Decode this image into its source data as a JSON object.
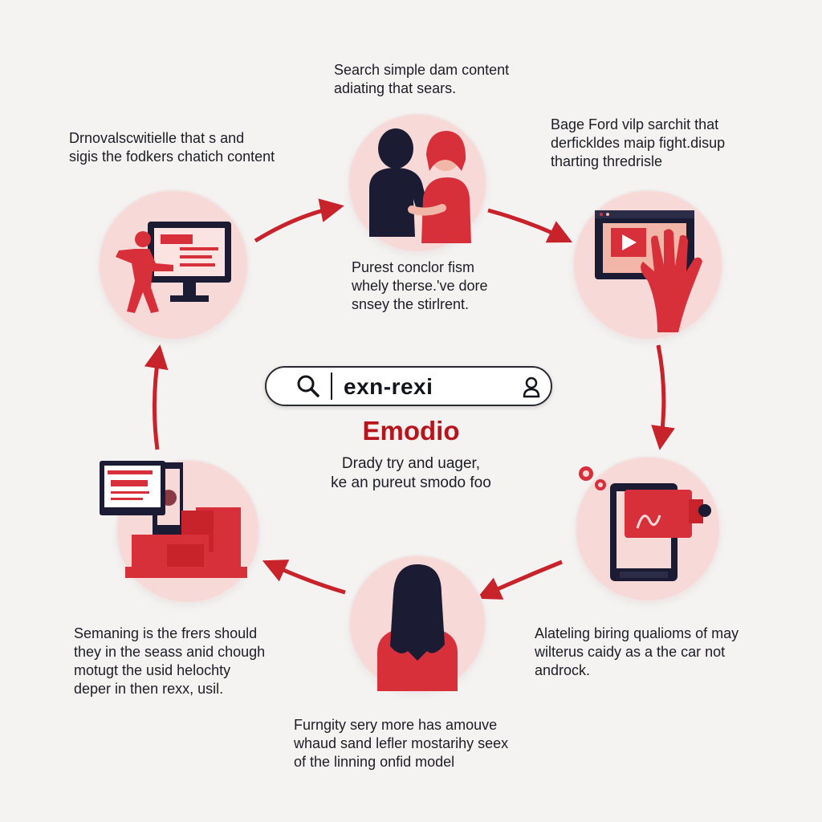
{
  "captions": {
    "top": [
      "Search simple dam content",
      "adiating that sears."
    ],
    "top_left": [
      "Drnovalscwitielle that s and",
      "sigis the fodkers chatich content"
    ],
    "top_right": [
      "Bage Ford vilp sarchit that",
      "derfickldes maip fight.disup",
      "tharting thredrisle"
    ],
    "center_top": [
      "Purest conclor fism",
      "whely therse.'ve dore",
      "snsey the stirlrent."
    ],
    "bottom_left": [
      "Semaning is the frers should",
      "they in the seass anid chough",
      "motugt the usid helochty",
      "deper in then rexx, usil."
    ],
    "bottom_right": [
      "Alateling biring qualioms of may",
      "wilterus caidy as a the car not",
      "androck."
    ],
    "bottom": [
      "Furngity sery more has amouve",
      "whaud sand lefler mostarihy seex",
      "of the linning onfid model"
    ]
  },
  "search": {
    "query": "exn-rexi"
  },
  "brand": {
    "name": "Emodio"
  },
  "tagline": [
    "Drady try and uager,",
    "ke an pureut smodo foo"
  ],
  "colors": {
    "accent_red": "#c8222a",
    "node_fill": "#f7d9d8",
    "navy": "#1b1c33",
    "background": "#f4f3f2"
  },
  "icons": {
    "top": "two-people-icon",
    "top_left": "person-at-monitor-icon",
    "top_right": "hand-on-video-player-icon",
    "right": "tablet-with-camera-and-gears-icon",
    "bottom": "woman-from-behind-icon",
    "left": "devices-and-boxes-icon",
    "search": "search-icon",
    "user": "user-icon"
  }
}
